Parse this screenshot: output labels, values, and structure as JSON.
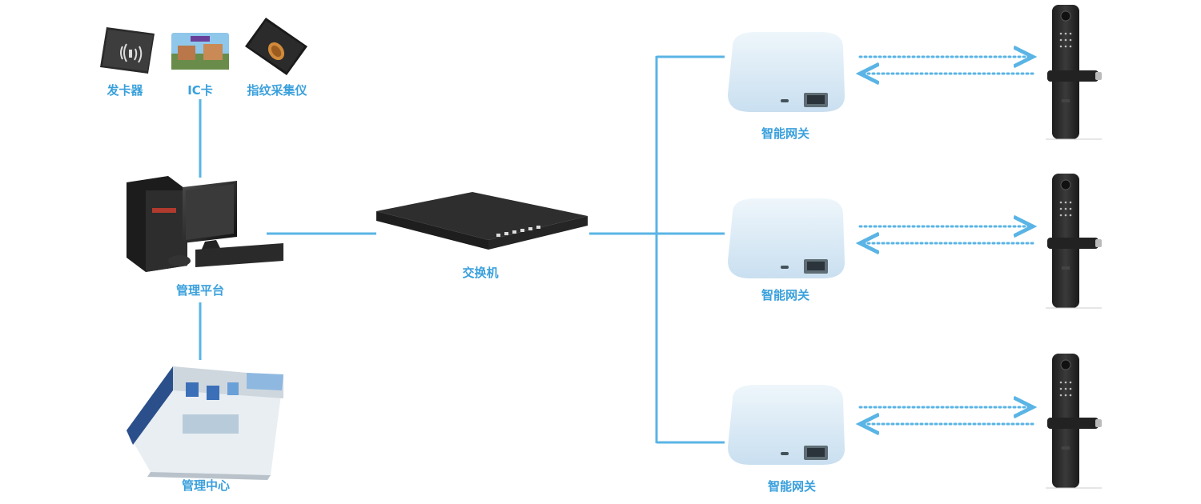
{
  "colors": {
    "link": "#5ab4e5",
    "label": "#3aa0dc",
    "dashed": "#5ab4e5"
  },
  "labels": {
    "card_issuer": "发卡器",
    "ic_card": "IC卡",
    "fingerprint": "指纹采集仪",
    "platform": "管理平台",
    "center": "管理中心",
    "switch": "交换机",
    "gateway_1": "智能网关",
    "gateway_2": "智能网关",
    "gateway_3": "智能网关"
  },
  "icons": {
    "card_issuer": "card-reader-icon",
    "ic_card": "ic-card-icon",
    "fingerprint": "fingerprint-scanner-icon",
    "platform": "desktop-computer-icon",
    "center": "control-room-icon",
    "switch": "network-switch-icon",
    "gateway": "smart-gateway-icon",
    "lock": "smart-door-lock-icon"
  }
}
